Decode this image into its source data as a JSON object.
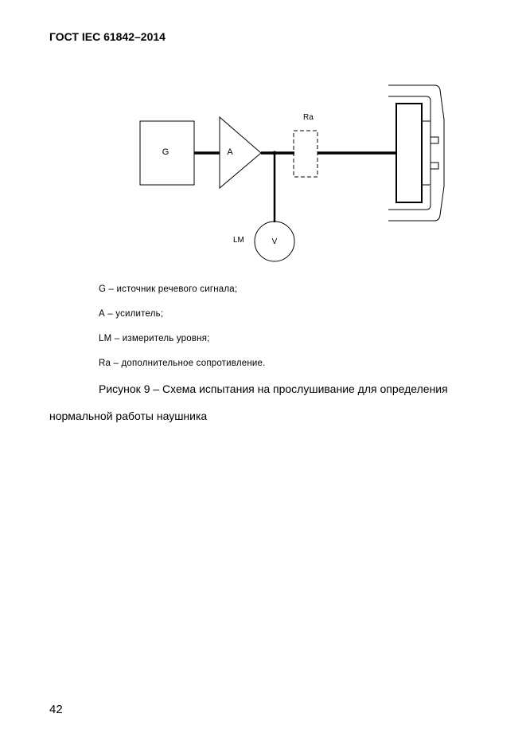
{
  "header": {
    "title": "ГОСТ IEC 61842–2014"
  },
  "figure": {
    "labels": {
      "generator": "G",
      "amplifier": "A",
      "resistor": "Ra",
      "level_meter": "LM",
      "voltmeter": "V"
    }
  },
  "legend": {
    "items": [
      "G – источник речевого сигнала;",
      "А – усилитель;",
      "LM – измеритель уровня;",
      "Ra – дополнительное сопротивление."
    ]
  },
  "caption": {
    "line1": "Рисунок 9 – Схема испытания на прослушивание для определения",
    "line2": "нормальной работы наушника"
  },
  "page": {
    "number": "42"
  }
}
